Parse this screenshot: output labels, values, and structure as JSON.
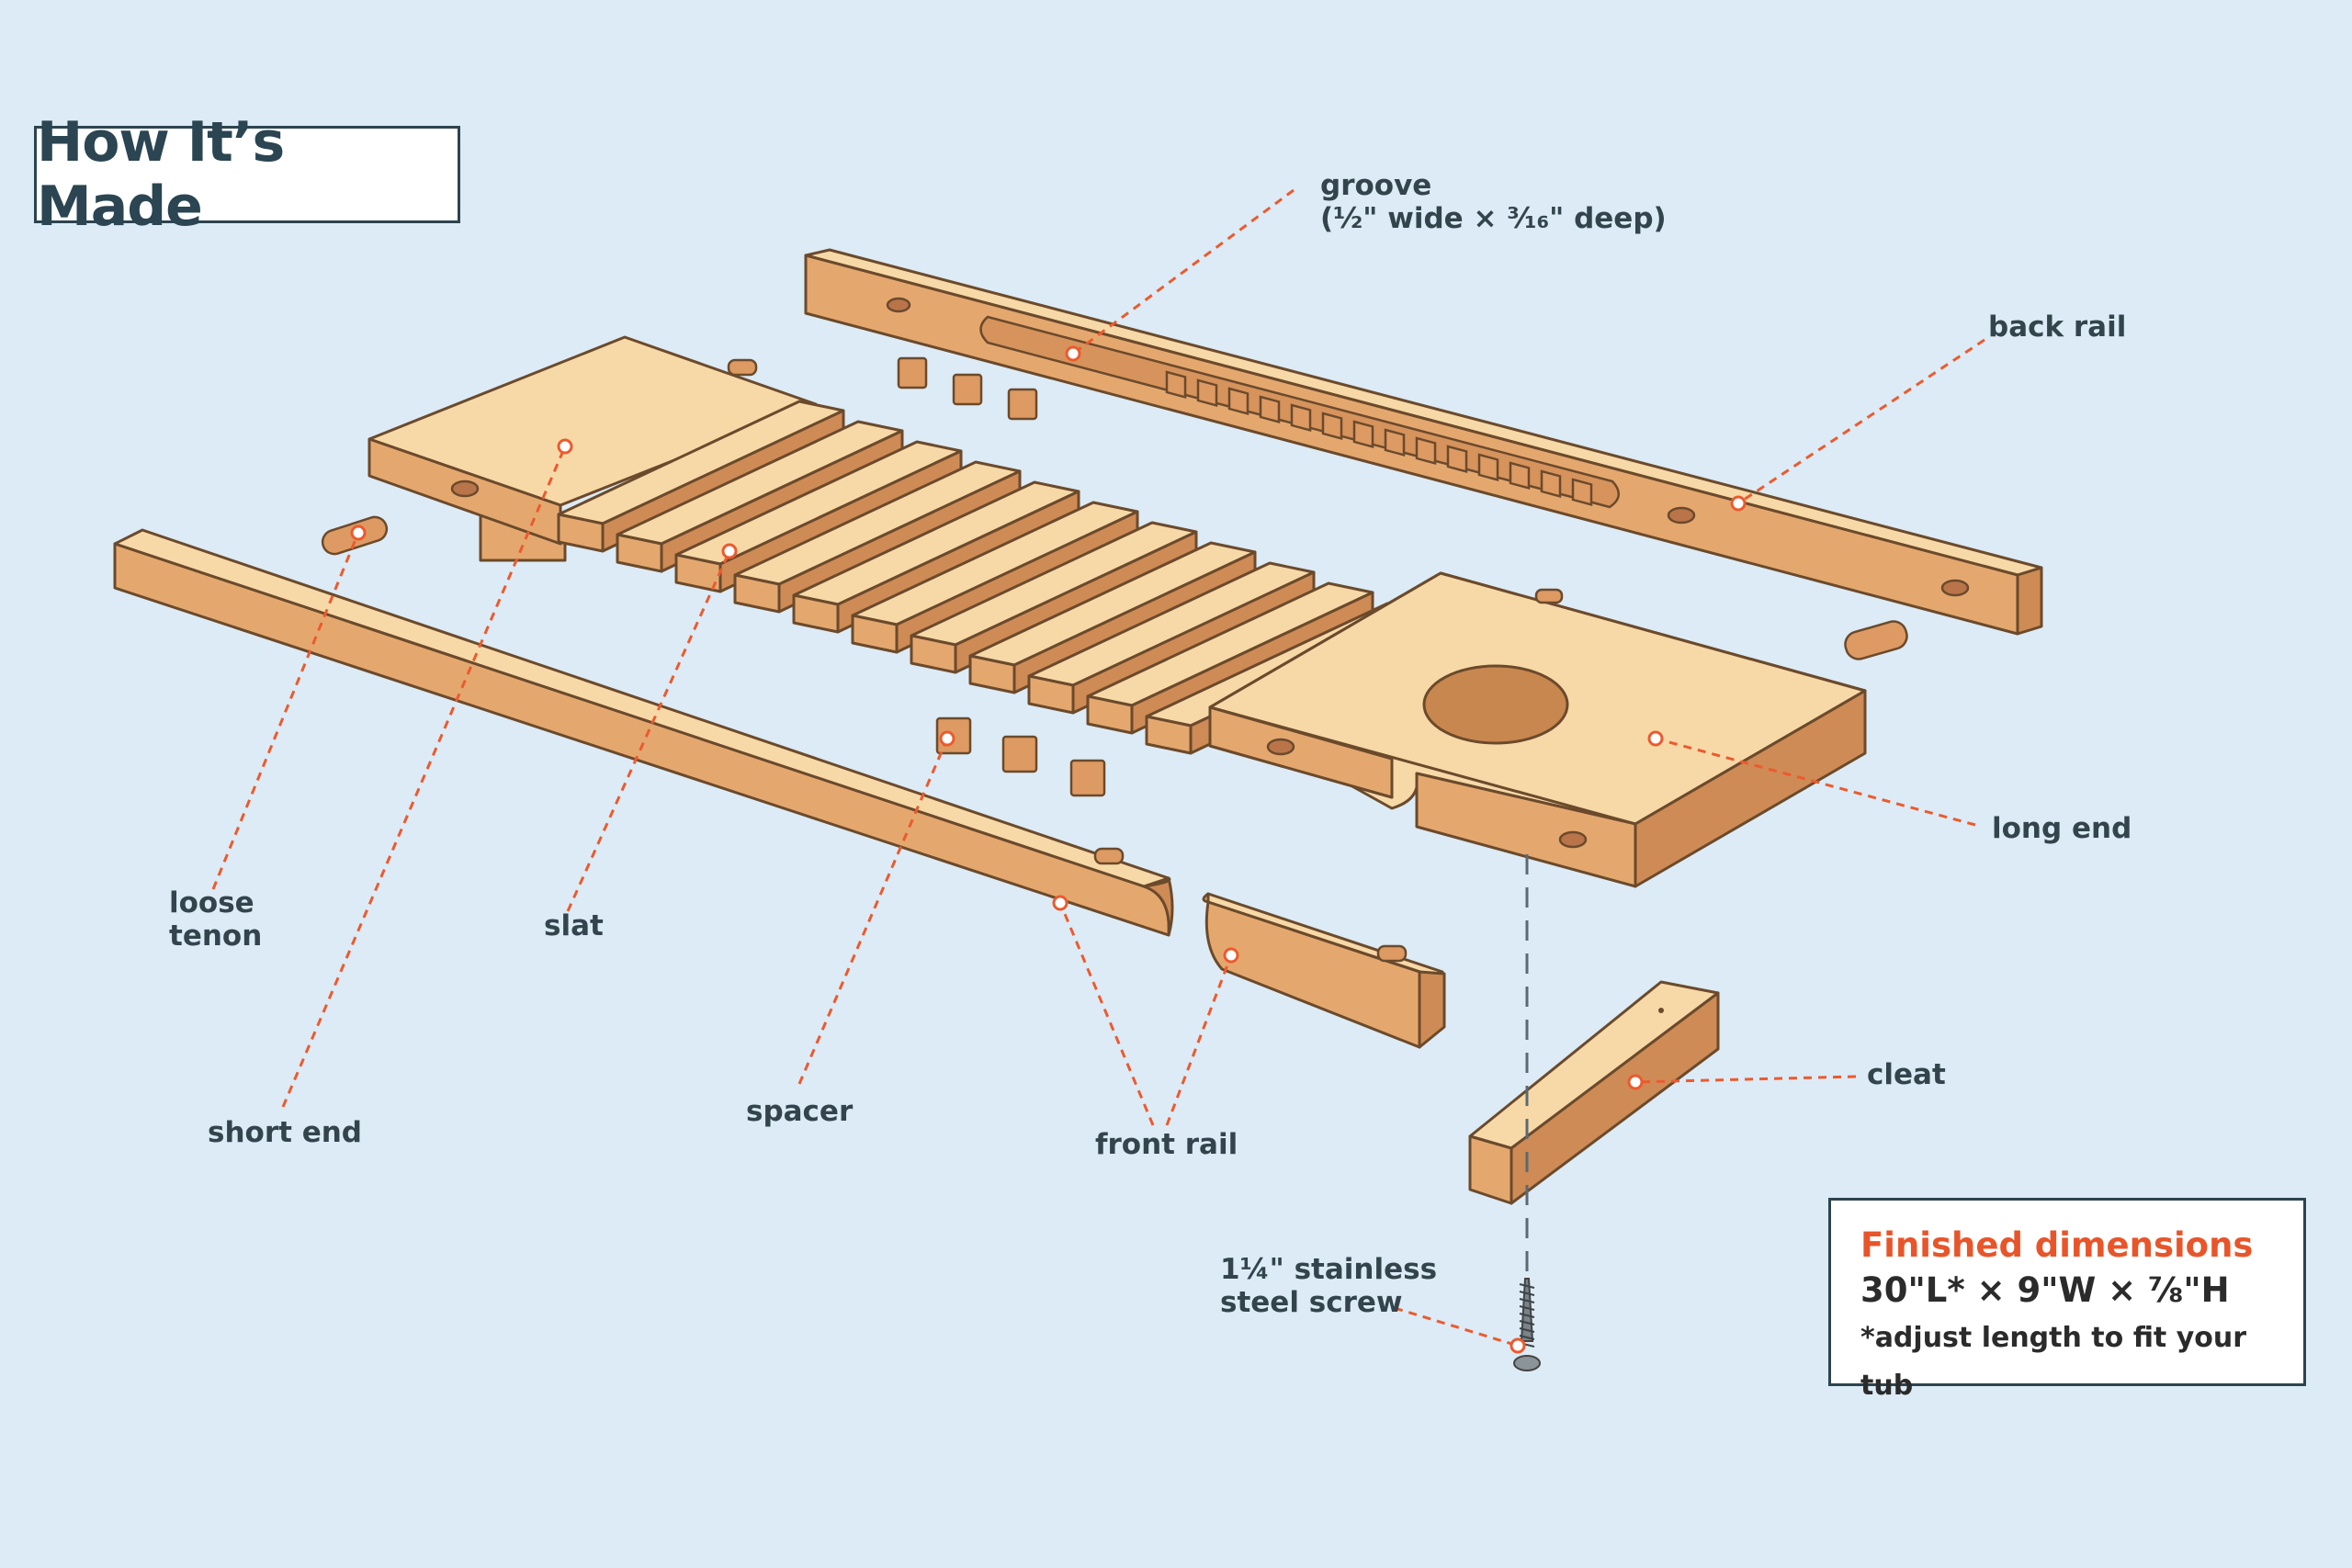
{
  "title": "How It’s Made",
  "labels": {
    "groove_line1": "groove",
    "groove_line2": "(½\" wide × ³⁄₁₆\" deep)",
    "back_rail": "back rail",
    "long_end": "long end",
    "cleat": "cleat",
    "loose_tenon_line1": "loose",
    "loose_tenon_line2": "tenon",
    "slat": "slat",
    "short_end": "short end",
    "spacer": "spacer",
    "front_rail": "front rail",
    "screw_line1": "1¼\" stainless",
    "screw_line2": "steel screw"
  },
  "dimensions": {
    "heading": "Finished dimensions",
    "value": "30\"L* × 9\"W × ⅞\"H",
    "note": "*adjust length to fit your tub"
  },
  "colors": {
    "background": "#dcebf5",
    "wood_top": "#f7d9a8",
    "wood_side": "#e2a56c",
    "wood_dark": "#c78250",
    "leader": "#ec5a2e",
    "title_text": "#2b4552",
    "accent": "#e8552a"
  }
}
